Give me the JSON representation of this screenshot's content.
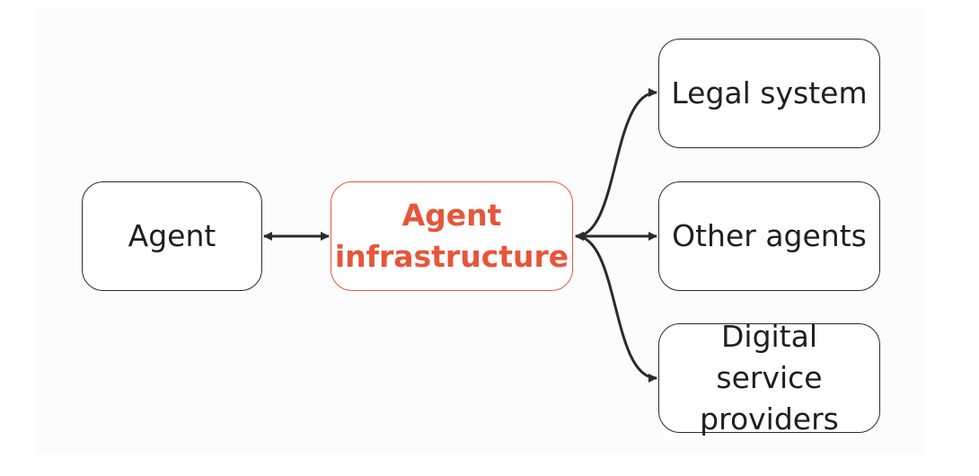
{
  "diagram": {
    "colors": {
      "stroke": "#2b2b2b",
      "highlight": "#e8553a",
      "text": "#1f1f1f"
    },
    "nodes": {
      "agent": {
        "label": "Agent"
      },
      "infrastructure": {
        "line1": "Agent",
        "line2": "infrastructure"
      },
      "legal": {
        "label": "Legal system"
      },
      "other": {
        "label": "Other agents"
      },
      "digital": {
        "line1": "Digital service",
        "line2": "providers"
      }
    },
    "edges": [
      {
        "from": "agent",
        "to": "infrastructure",
        "direction": "both"
      },
      {
        "from": "infrastructure",
        "to": "legal",
        "direction": "both"
      },
      {
        "from": "infrastructure",
        "to": "other",
        "direction": "both"
      },
      {
        "from": "infrastructure",
        "to": "digital",
        "direction": "both"
      }
    ]
  }
}
